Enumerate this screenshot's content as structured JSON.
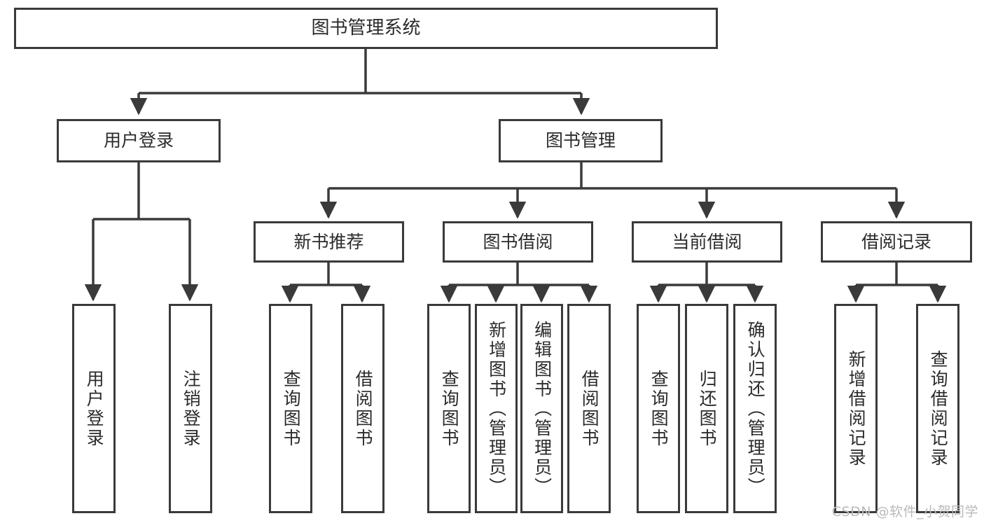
{
  "diagram": {
    "title": "图书管理系统",
    "type": "hierarchy-tree",
    "watermark": "CSDN @软件_小贺同学",
    "colors": {
      "stroke": "#3a3a3a",
      "fill": "#ffffff",
      "text": "#2b2b2b",
      "watermark": "#b9b9b9"
    },
    "levels": {
      "level1": [
        {
          "id": "root",
          "label": "图书管理系统"
        }
      ],
      "level2": [
        {
          "id": "user-login",
          "label": "用户登录"
        },
        {
          "id": "book-manage",
          "label": "图书管理"
        }
      ],
      "level3": [
        {
          "id": "new-book-rec",
          "label": "新书推荐"
        },
        {
          "id": "book-borrow",
          "label": "图书借阅"
        },
        {
          "id": "current-borrow",
          "label": "当前借阅"
        },
        {
          "id": "borrow-record",
          "label": "借阅记录"
        }
      ],
      "level4": [
        {
          "id": "leaf-user-login",
          "label": "用户登录",
          "parent": "user-login"
        },
        {
          "id": "leaf-logout",
          "label": "注销登录",
          "parent": "user-login"
        },
        {
          "id": "leaf-query-book-1",
          "label": "查询图书",
          "parent": "new-book-rec"
        },
        {
          "id": "leaf-borrow-book-1",
          "label": "借阅图书",
          "parent": "new-book-rec"
        },
        {
          "id": "leaf-query-book-2",
          "label": "查询图书",
          "parent": "book-borrow"
        },
        {
          "id": "leaf-add-book",
          "label": "新增图书（管理员）",
          "parent": "book-borrow"
        },
        {
          "id": "leaf-edit-book",
          "label": "编辑图书（管理员）",
          "parent": "book-borrow"
        },
        {
          "id": "leaf-borrow-book-2",
          "label": "借阅图书",
          "parent": "book-borrow"
        },
        {
          "id": "leaf-query-book-3",
          "label": "查询图书",
          "parent": "current-borrow"
        },
        {
          "id": "leaf-return-book",
          "label": "归还图书",
          "parent": "current-borrow"
        },
        {
          "id": "leaf-confirm-return",
          "label": "确认归还（管理员）",
          "parent": "current-borrow"
        },
        {
          "id": "leaf-add-record",
          "label": "新增借阅记录",
          "parent": "borrow-record"
        },
        {
          "id": "leaf-query-record",
          "label": "查询借阅记录",
          "parent": "borrow-record"
        }
      ]
    }
  }
}
